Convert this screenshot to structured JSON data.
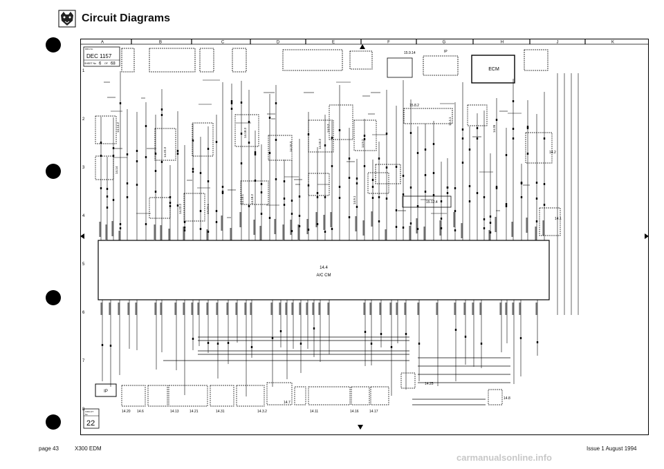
{
  "header": {
    "title": "Circuit Diagrams",
    "logo_icon": "jaguar-head-icon"
  },
  "title_block": {
    "drawing_label": "DRG No",
    "drawing_no": "DEC 1157",
    "sheet_label": "SHEET No",
    "sheet_no": "6",
    "of_label": "OF",
    "of_value": "68",
    "circuit_label": "CIRCUIT\nNo",
    "circuit_no": "22"
  },
  "grid": {
    "columns": [
      "A",
      "B",
      "C",
      "D",
      "E",
      "F",
      "G",
      "H",
      "J",
      "K"
    ],
    "rows": [
      "1",
      "2",
      "3",
      "4",
      "5",
      "6",
      "7",
      "8"
    ]
  },
  "module": {
    "ref": "14.4",
    "name": "A/C CM"
  },
  "top_labels": {
    "ip": "IP",
    "ecm": "ECM",
    "f1": "15.9.14",
    "f2": "15.8.2",
    "f3": "15.12.4",
    "r1": "14.14.2",
    "r2": "14.14",
    "r3": "14.22.3",
    "r4": "14.22.2",
    "r5": "14.24.1",
    "r6": "14.18.3",
    "r7": "14.18.1",
    "r8": "14.18.2",
    "r9": "14.10.3",
    "r10": "14.10.2",
    "r11": "14.9.3",
    "r12": "14.9.2",
    "r13": "14.9.1",
    "r14": "14.26",
    "r15": "14.2",
    "r16": "14.1",
    "r17": "15.4.1"
  },
  "bottom_labels": {
    "ip": "IP",
    "c1": "14.20",
    "c2": "14.6",
    "c3": "14.13",
    "c4": "14.21",
    "c5": "14.31",
    "c6": "14.3.2",
    "c7": "14.7",
    "c8": "14.11",
    "c9": "14.16",
    "c10": "14.17",
    "c11": "14.25",
    "c12": "14.8"
  },
  "footer": {
    "page": "page 43",
    "doc": "X300 EDM",
    "issue": "Issue 1 August 1994",
    "watermark": "carmanualsonline.info"
  }
}
